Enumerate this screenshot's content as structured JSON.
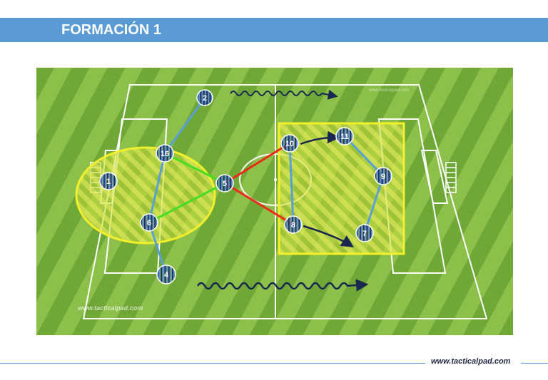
{
  "header": {
    "title": "FORMACIÓN 1",
    "band_color": "#5b9bd5"
  },
  "footer": {
    "url": "www.tacticalpad.com"
  },
  "pitch": {
    "watermark": "www.tacticalpad.com",
    "watermark_top": "www.tacticalpad.com",
    "grass_light": "#8cc04a",
    "grass_dark": "#6fa836"
  },
  "players": [
    {
      "number": "2"
    },
    {
      "number": "16"
    },
    {
      "number": "1"
    },
    {
      "number": "5"
    },
    {
      "number": "6"
    },
    {
      "number": "4"
    },
    {
      "number": "10"
    },
    {
      "number": "11"
    },
    {
      "number": "9"
    },
    {
      "number": "8"
    },
    {
      "number": "7"
    }
  ],
  "colors": {
    "zone_yellow": "#f2f02a",
    "link_blue": "#5aa0d8",
    "link_green": "#44dd22",
    "link_red": "#ee2a1a",
    "arrow_navy": "#1a2750",
    "jersey_stripe_a": "#1d2f5e",
    "jersey_stripe_b": "#5a8fd0"
  }
}
